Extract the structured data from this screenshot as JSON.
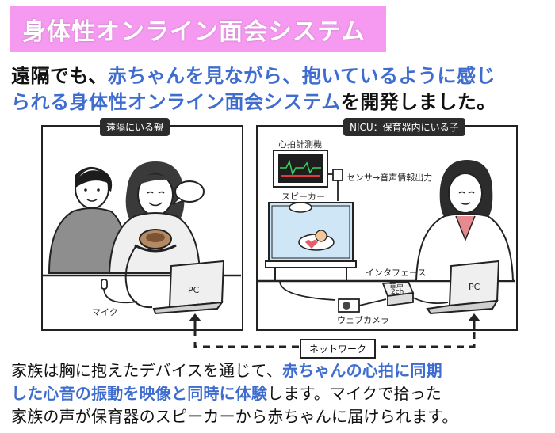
{
  "title": "身体性オンライン面会システム",
  "headline": {
    "line1_a": "遠隔でも、",
    "line1_b": "赤ちゃんを見ながら、抱いているように感じ",
    "line2_a": "られる身体性オンライン面会システム",
    "line2_b": "を開発しました。"
  },
  "panels": {
    "left": {
      "tag": "遠隔にいる親",
      "pc_label": "PC",
      "mic_label": "マイク"
    },
    "right": {
      "tag": "NICU：保育器内にいる子",
      "heart_monitor_label": "心拍計測機",
      "sensor_label": "センサ→音声情報出力",
      "speaker_label": "スピーカー",
      "interface_label": "インタフェース",
      "audio_label_top": "音声",
      "audio_label_bottom": "2ch",
      "webcam_label": "ウェブカメラ",
      "pc_label": "PC"
    }
  },
  "network_label": "ネットワーク",
  "description": {
    "p1": "家族は胸に抱えたデバイスを通じて、",
    "p2": "赤ちゃんの心拍に同期",
    "p3": "した心音の振動を映像と同時に体験",
    "p4": "します。マイクで拾った",
    "p5": "家族の声が保育器のスピーカーから赤ちゃんに届けられます。"
  },
  "colors": {
    "title_bg": "#f59af0",
    "highlight": "#3f6dcf",
    "incubator": "#cfe6f7",
    "monitor_wave": "#39d05a"
  }
}
